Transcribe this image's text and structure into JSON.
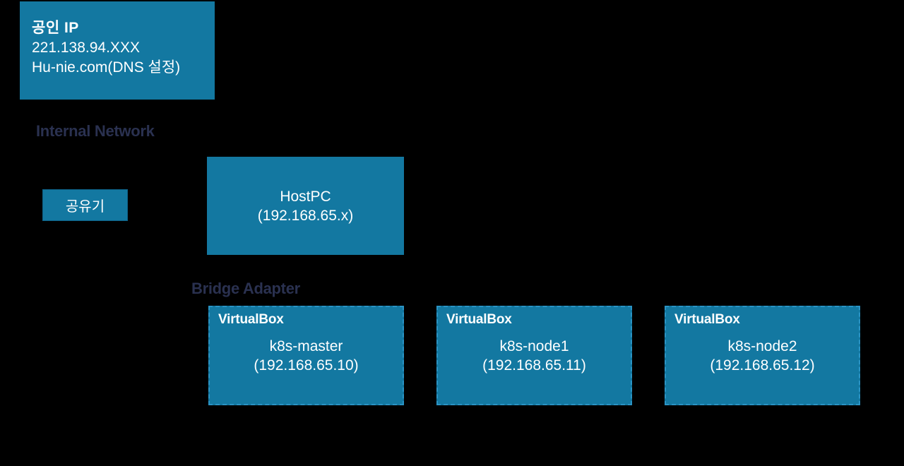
{
  "diagram": {
    "background_color": "#000000",
    "box_fill_color": "#1378A1",
    "dashed_border_color": "#2A93C4",
    "label_text_color": "#2A3150",
    "box_text_color": "#FFFFFF"
  },
  "public_ip_box": {
    "title": "공인 IP",
    "ip": "221.138.94.XXX",
    "dns": "Hu-nie.com(DNS 설정)"
  },
  "labels": {
    "internal_network": "Internal Network",
    "bridge_adapter": "Bridge Adapter"
  },
  "router_box": {
    "label": "공유기"
  },
  "host_pc_box": {
    "name": "HostPC",
    "ip": "(192.168.65.x)"
  },
  "vm_boxes": [
    {
      "vendor": "VirtualBox",
      "name": "k8s-master",
      "ip": "(192.168.65.10)"
    },
    {
      "vendor": "VirtualBox",
      "name": "k8s-node1",
      "ip": "(192.168.65.11)"
    },
    {
      "vendor": "VirtualBox",
      "name": "k8s-node2",
      "ip": "(192.168.65.12)"
    }
  ]
}
